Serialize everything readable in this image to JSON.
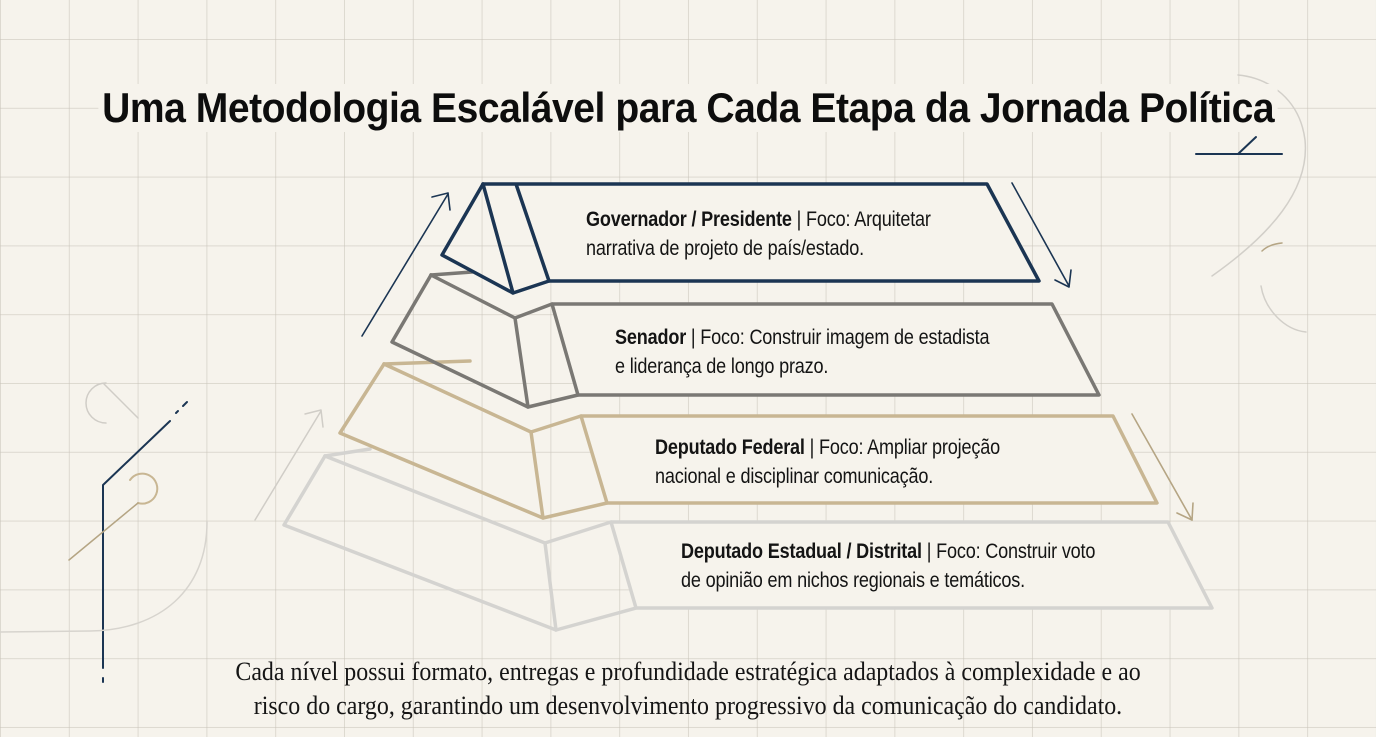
{
  "title": "Uma Metodologia Escalável para Cada Etapa da Jornada Política",
  "colors": {
    "background": "#f6f3ec",
    "grid": "#d9d4ca",
    "navy": "#1b3553",
    "gray": "#7a7874",
    "tan": "#c8b693",
    "light_gray": "#d4d3d0",
    "text": "#141414"
  },
  "tiers": [
    {
      "level": 1,
      "role": "Governador / Presidente",
      "separator": "|",
      "focus_line1": "Foco: Arquitetar",
      "focus_line2": "narrativa de projeto de país/estado.",
      "color": "#1b3553"
    },
    {
      "level": 2,
      "role": "Senador",
      "separator": "|",
      "focus_line1": "Foco: Construir imagem de estadista",
      "focus_line2": "e liderança de longo prazo.",
      "color": "#7a7874"
    },
    {
      "level": 3,
      "role": "Deputado Federal",
      "separator": "|",
      "focus_line1": "Foco: Ampliar projeção",
      "focus_line2": "nacional e disciplinar comunicação.",
      "color": "#c8b693"
    },
    {
      "level": 4,
      "role": "Deputado Estadual / Distrital",
      "separator": "|",
      "focus_line1": "Foco: Construir voto",
      "focus_line2": "de opinião em nichos regionais e temáticos.",
      "color": "#d4d3d0"
    }
  ],
  "caption": {
    "line1": "Cada nível possui formato, entregas e profundidade estratégica adaptados à complexidade e ao",
    "line2": "risco do cargo, garantindo um desenvolvimento progressivo da comunicação do candidato."
  },
  "decorations": [
    "arrow-up-left-navy",
    "arrow-up-left-lightgray",
    "arrow-down-right-navy",
    "arrow-down-right-tan",
    "arc-lines"
  ]
}
